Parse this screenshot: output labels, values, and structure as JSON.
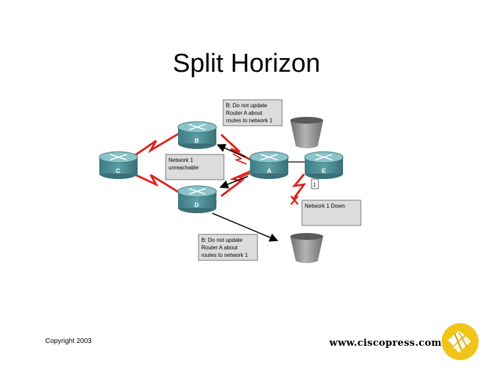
{
  "slide": {
    "title": "Split Horizon",
    "copyright": "Copyright 2003",
    "url": "www.ciscopress.com"
  },
  "diagram": {
    "routers": [
      {
        "id": "C",
        "label": "C"
      },
      {
        "id": "B",
        "label": "B"
      },
      {
        "id": "A",
        "label": "A"
      },
      {
        "id": "E",
        "label": "E"
      },
      {
        "id": "D",
        "label": "D"
      }
    ],
    "notes": {
      "top_note": [
        "B: Do not update",
        "Router A about",
        "routes to network 1"
      ],
      "bottom_note": [
        "B: Do not update",
        "Router A about",
        "routes to network 1"
      ],
      "unreachable": [
        "Network 1",
        "unreachable"
      ],
      "network_down": "Network 1 Down",
      "step_number": "1"
    }
  },
  "colors": {
    "router_body": "#4e8e96",
    "router_top": "#8cc3c9",
    "link_red": "#e0211b",
    "note_fill": "#dcdcdc",
    "server_gray": "#8a8a8a",
    "logo_yellow": "#f0c419"
  }
}
